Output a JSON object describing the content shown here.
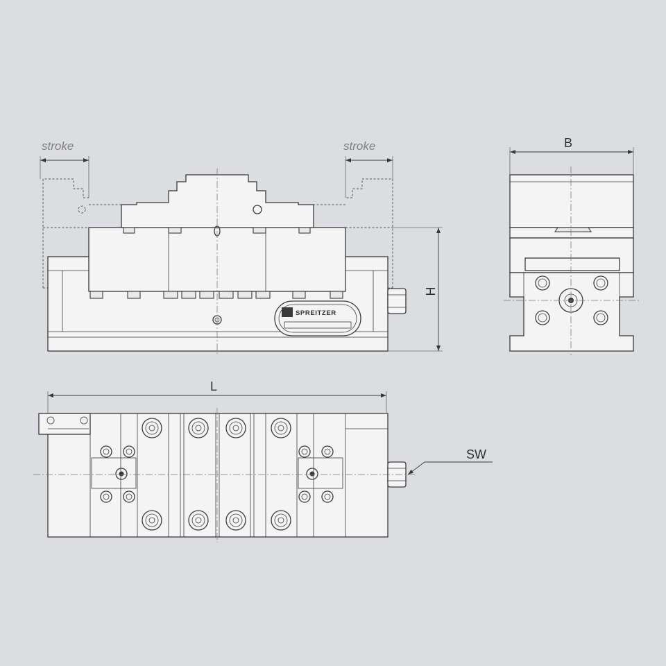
{
  "labels": {
    "stroke_left": "stroke",
    "stroke_right": "stroke",
    "height": "H",
    "width": "B",
    "length": "L",
    "wrench_size": "SW"
  },
  "nameplate": {
    "brand_text": "SPREITZER"
  },
  "colors": {
    "background": "#dcdde0",
    "line": "#3a3a3a",
    "part_fill": "#f4f4f5",
    "stroke_label": "#808080"
  }
}
